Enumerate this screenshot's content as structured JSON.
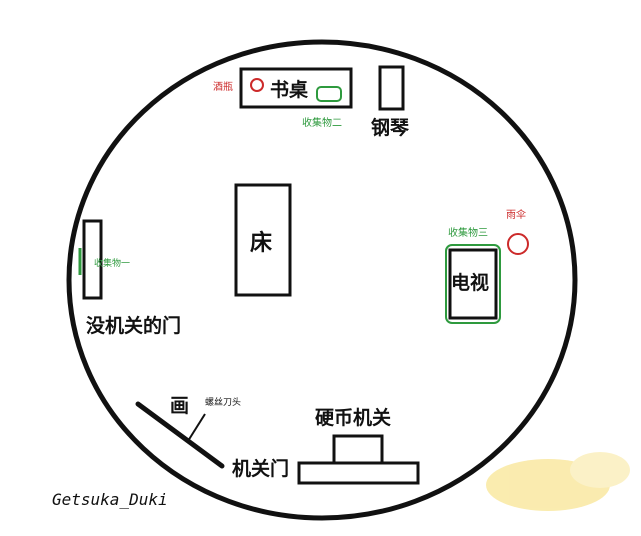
{
  "map": {
    "labels": {
      "desk": "书桌",
      "wine_bottle": "酒瓶",
      "collectible_2": "收集物二",
      "piano": "钢琴",
      "bed": "床",
      "umbrella": "雨伞",
      "collectible_3": "收集物三",
      "tv": "电视",
      "collectible_1": "收集物一",
      "door_off": "没机关的门",
      "painting": "画",
      "screwdriver": "螺丝刀头",
      "coin_mechanism": "硬币机关",
      "mechanism_door": "机关门"
    },
    "signature": "Getsuka_Duki"
  },
  "colors": {
    "outline": "#111111",
    "collectible": "#2e9a3e",
    "item_red": "#cc2a2a",
    "highlight": "#f6dc6e"
  }
}
